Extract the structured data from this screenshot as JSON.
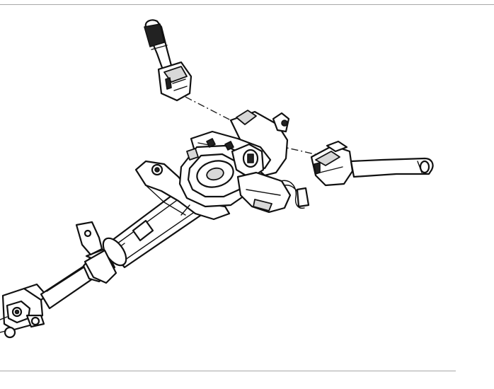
{
  "diagram": {
    "components": [
      {
        "name": "steering-column-shaft"
      },
      {
        "name": "universal-joint"
      },
      {
        "name": "column-mounting-bracket"
      },
      {
        "name": "ignition-lock-housing"
      },
      {
        "name": "left-stalk-switch"
      },
      {
        "name": "right-stalk-switch"
      }
    ]
  }
}
